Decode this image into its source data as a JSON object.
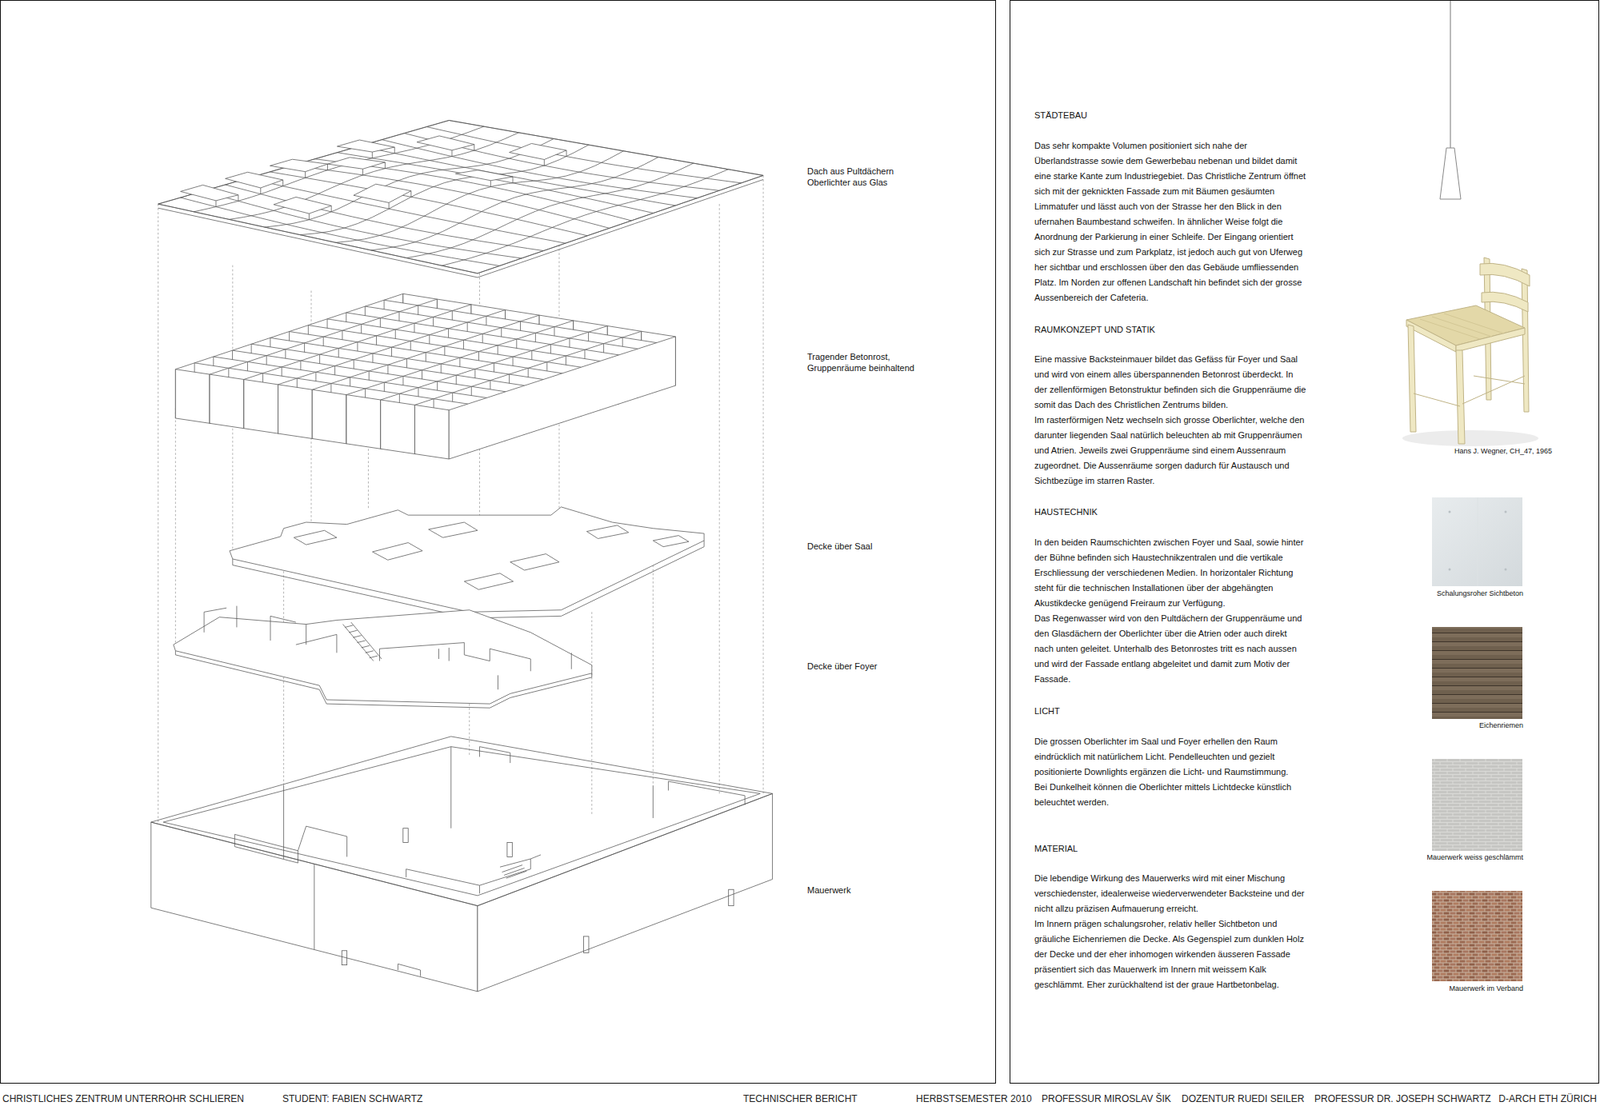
{
  "diagram": {
    "nodes": [
      {
        "text": [
          "Dach aus Pultdächern Oberlichter aus Glas",
          "Tragender Betonrost, Gruppenräume beinhaltend",
          "Decke über Saal",
          "Decke über Foyer",
          "Mauerwerk"
        ]
      },
      {
        "text": [
          "STÄDTEBAU",
          "Das sehr kompakte Volumen positioniert sich nahe der Überlandstrasse sowie dem Gewerbebau nebenan und bildet damit eine starke Kante zum Industriegebiet. Das Christliche Zentrum öffnet sich mit der geknickten Fassade zum mit Bäumen gesäumten Limmatufer und lässt auch von der Strasse her den Blick in den ufernahen Baumbestand schweifen. In ähnlicher Weise folgt die Anordnung der Parkierung in einer Schleife. Der Eingang orientiert sich zur Strasse und zum Parkplatz, ist jedoch auch gut von Uferweg her sichtbar und erschlossen über den das Gebäude umfliessenden Platz. Im Norden zur offenen Landschaft hin befindet sich der grosse Aussenbereich der Cafeteria.",
          "RAUMKONZEPT UND STATIK",
          "Eine massive Backsteinmauer bildet das Gefäss für Foyer und Saal und wird von einem alles überspannenden Betonrost überdeckt. In der zellenförmigen Betonstruktur befinden sich die Gruppenräume die somit das Dach des Christlichen Zentrums bilden.",
          "Im rasterförmigen Netz wechseln sich grosse Oberlichter, welche den darunter liegenden Saal natürlich beleuchten ab mit Gruppenräumen und Atrien. Jeweils zwei Gruppenräume sind einem Aussenraum zugeordnet. Die Aussenräume sorgen dadurch für Austausch und Sichtbezüge im starren Raster.",
          "HAUSTECHNIK",
          "In den beiden Raumschichten zwischen Foyer und Saal, sowie hinter der Bühne befinden sich Haustechnikzentralen und die vertikale Erschliessung der verschiedenen Medien. In horizontaler Richtung steht für die technischen Installationen über der abgehängten Akustikdecke genügend Freiraum zur Verfügung.",
          "Das Regenwasser wird von den Pultdächern der Gruppenräume und den Glasdächern der Oberlichter über die Atrien oder auch direkt nach unten geleitet. Unterhalb des Betonrostes tritt es nach aussen und wird der Fassade entlang abgeleitet und damit zum Motiv der Fassade.",
          "LICHT",
          "Die grossen Oberlichter im Saal und Foyer erhellen den Raum eindrücklich mit natürlichem Licht. Pendelleuchten und gezielt positionierte Downlights ergänzen die Licht- und Raumstimmung.",
          "Bei Dunkelheit können die Oberlichter mittels Lichtdecke künstlich beleuchtet werden.",
          "MATERIAL",
          "Die lebendige Wirkung des Mauerwerks wird mit einer Mischung verschiedenster, idealerweise wiederverwendeter Backsteine und der nicht allzu präzisen Aufmauerung erreicht.",
          "Im Innern prägen schalungsroher, relativ heller Sichtbeton und gräuliche Eichenriemen die Decke. Als Gegenspiel zum dunklen Holz der Decke und der eher inhomogen wirkenden äusseren Fassade präsentiert sich das Mauerwerk im Innern mit weissem Kalk geschlämmt. Eher zurückhaltend ist der graue Hartbetonbelag.",
          "Hans J. Wegner, CH_47, 1965",
          "Schalungsroher Sichtbeton",
          "Eichenriemen",
          "Mauerwerk weiss geschlämmt",
          "Mauerwerk im Verband"
        ]
      }
    ],
    "labels": [
      "CHRISTLICHES ZENTRUM UNTERROHR SCHLIEREN",
      "STUDENT: FABIEN SCHWARTZ",
      "TECHNISCHER BERICHT",
      "HERBSTSEMESTER 2010",
      "PROFESSUR MIROSLAV ŠIK",
      "DOZENTUR RUEDI SEILER",
      "PROFESSUR DR. JOSEPH SCHWARTZ",
      "D-ARCH ETH ZÜRICH"
    ]
  }
}
